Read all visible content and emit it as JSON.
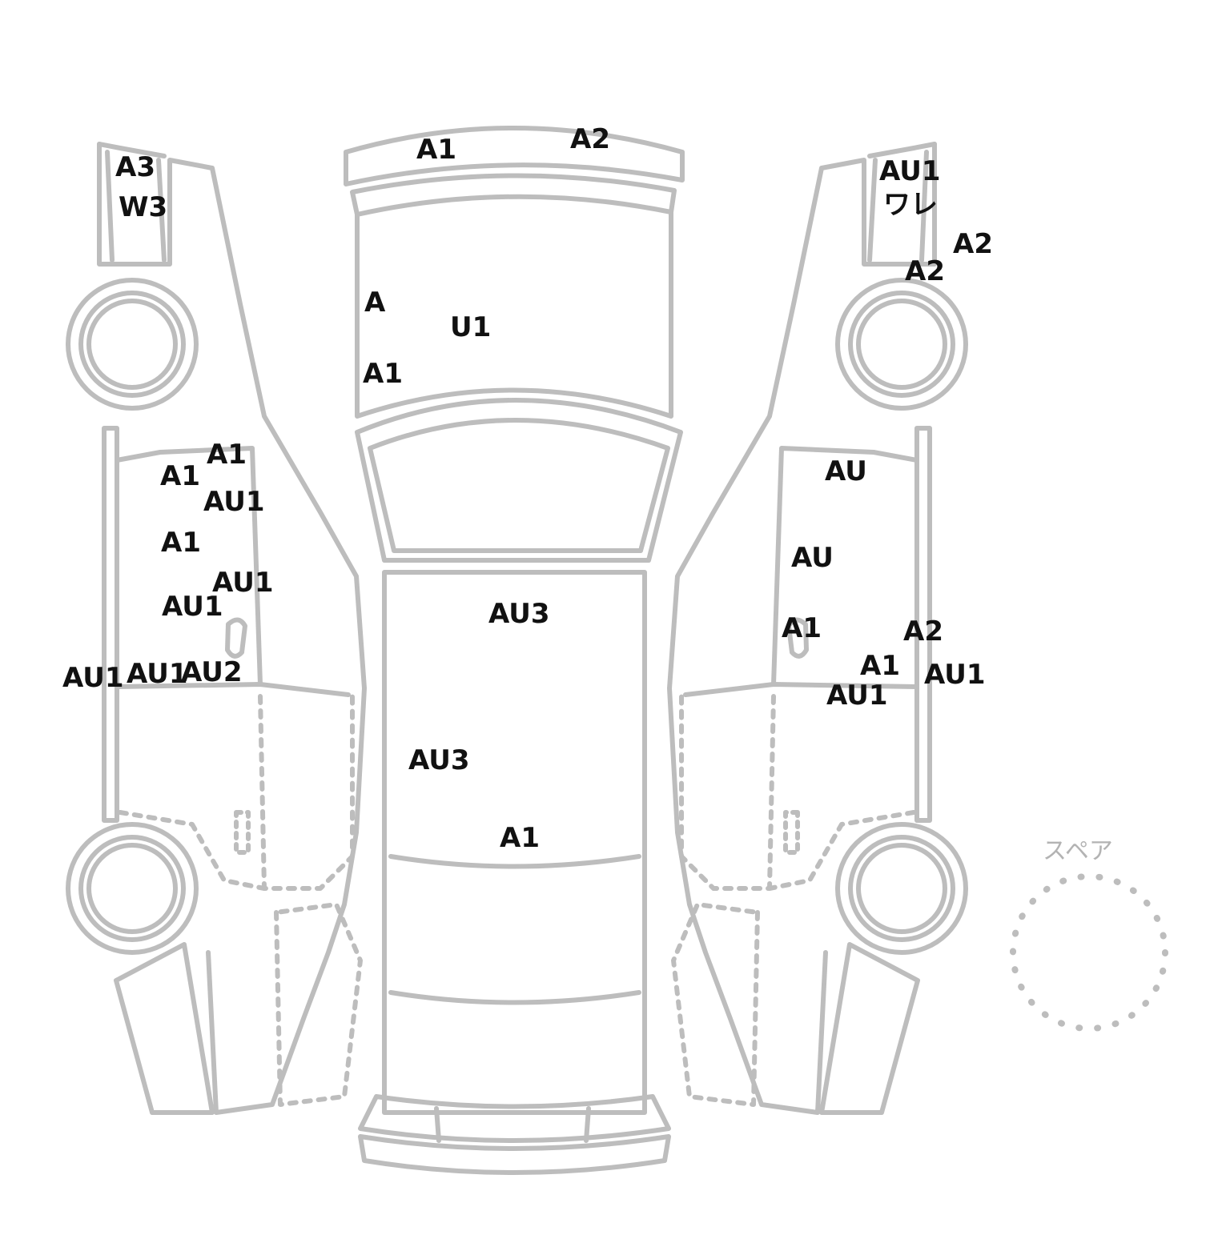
{
  "diagram": {
    "spare_label": "スペア",
    "colors": {
      "outline": "#bdbdbd",
      "text": "#111111"
    },
    "marks": [
      {
        "id": "lf-fender-1",
        "text": "A3"
      },
      {
        "id": "lf-fender-2",
        "text": "W3"
      },
      {
        "id": "front-bumper-1",
        "text": "A1"
      },
      {
        "id": "front-bumper-2",
        "text": "A2"
      },
      {
        "id": "rf-fender-1",
        "text": "AU1"
      },
      {
        "id": "rf-fender-2",
        "text": "ワレ"
      },
      {
        "id": "rf-fender-3",
        "text": "A2"
      },
      {
        "id": "rf-fender-4",
        "text": "A2"
      },
      {
        "id": "hood-1",
        "text": "A"
      },
      {
        "id": "hood-2",
        "text": "U1"
      },
      {
        "id": "hood-3",
        "text": "A1"
      },
      {
        "id": "l-door-1",
        "text": "A1"
      },
      {
        "id": "l-door-2",
        "text": "A1"
      },
      {
        "id": "l-door-3",
        "text": "AU1"
      },
      {
        "id": "l-door-4",
        "text": "A1"
      },
      {
        "id": "l-door-5",
        "text": "AU1"
      },
      {
        "id": "l-door-6",
        "text": "AU1"
      },
      {
        "id": "l-sill-1",
        "text": "AU1"
      },
      {
        "id": "l-sill-2",
        "text": "AU1"
      },
      {
        "id": "l-sill-3",
        "text": "AU2"
      },
      {
        "id": "roof-1",
        "text": "AU3"
      },
      {
        "id": "roof-2",
        "text": "AU3"
      },
      {
        "id": "roof-3",
        "text": "A1"
      },
      {
        "id": "r-door-1",
        "text": "AU"
      },
      {
        "id": "r-door-2",
        "text": "AU"
      },
      {
        "id": "r-door-3",
        "text": "A1"
      },
      {
        "id": "r-door-4",
        "text": "A2"
      },
      {
        "id": "r-door-5",
        "text": "A1"
      },
      {
        "id": "r-door-6",
        "text": "AU1"
      },
      {
        "id": "r-door-7",
        "text": "AU1"
      }
    ]
  }
}
